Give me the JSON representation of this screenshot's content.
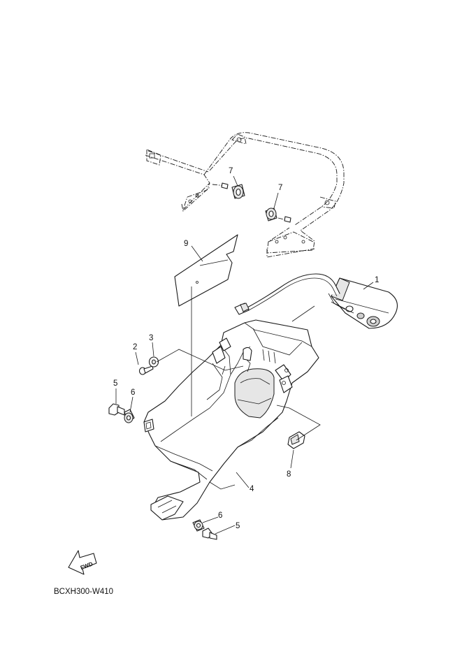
{
  "diagram_code": "BCXH300-W410",
  "fwd_label": "FWD",
  "callouts": {
    "c1": "1",
    "c2": "2",
    "c3": "3",
    "c4": "4",
    "c5a": "5",
    "c5b": "5",
    "c6a": "6",
    "c6b": "6",
    "c7a": "7",
    "c7b": "7",
    "c8": "8",
    "c9": "9"
  }
}
